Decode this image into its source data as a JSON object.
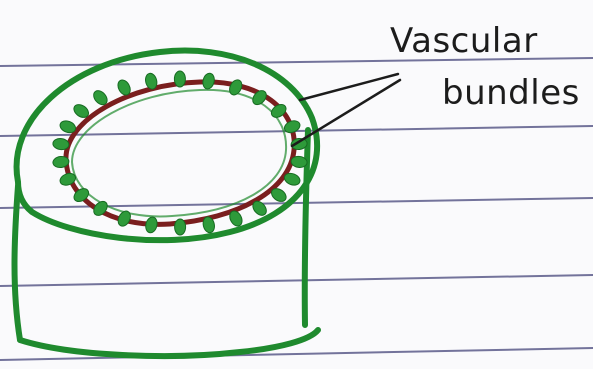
{
  "labels": {
    "line1": "Vascular",
    "line2": "bundles"
  },
  "colors": {
    "paper": "#fafafc",
    "ruled_line": "#5b5b8a",
    "outer_outline": "#1f8a2e",
    "inner_ring": "#7a1e1e",
    "bundle_fill": "#2e9a3a",
    "ink": "#1c1c1c"
  },
  "icons": {
    "bundle": "vascular-bundle-dot"
  }
}
